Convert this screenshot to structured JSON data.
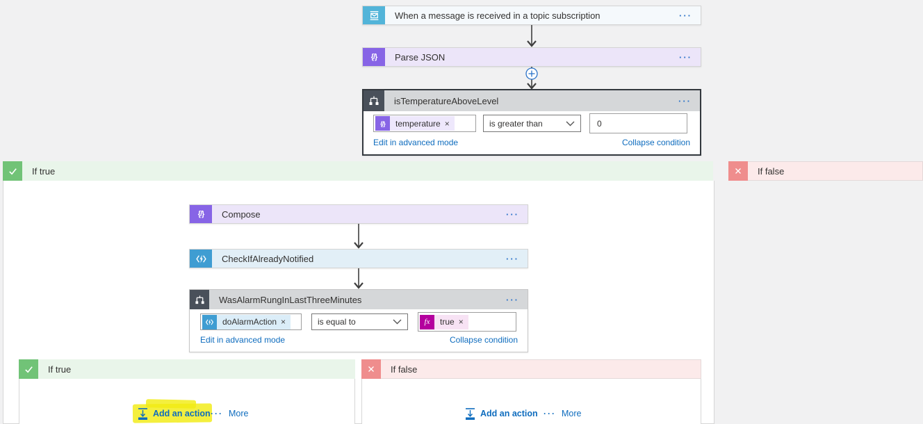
{
  "trigger": {
    "title": "When a message is received in a topic subscription"
  },
  "parse_json": {
    "title": "Parse JSON"
  },
  "condition_outer": {
    "title": "isTemperatureAboveLevel",
    "operand1_label": "temperature",
    "operator": "is greater than",
    "value": "0",
    "edit_link": "Edit in advanced mode",
    "collapse_link": "Collapse condition"
  },
  "branch_true": {
    "label": "If true"
  },
  "branch_false": {
    "label": "If false"
  },
  "compose": {
    "title": "Compose"
  },
  "function_action": {
    "title": "CheckIfAlreadyNotified"
  },
  "condition_inner": {
    "title": "WasAlarmRungInLastThreeMinutes",
    "operand1_label": "doAlarmAction",
    "operator": "is equal to",
    "operand2_label": "true",
    "edit_link": "Edit in advanced mode",
    "collapse_link": "Collapse condition"
  },
  "nested_true": {
    "label": "If true",
    "add_action": "Add an action",
    "more": "More"
  },
  "nested_false": {
    "label": "If false",
    "add_action": "Add an action",
    "more": "More"
  },
  "icons": {
    "menu": "···",
    "close": "×",
    "braces": "{/}",
    "fx": "fx",
    "more_dots": "···"
  },
  "colors": {
    "accent_blue": "#0e6cbe",
    "teal": "#52b4d9",
    "purple": "#8764e6",
    "function_blue": "#3f9dd2",
    "condition_dark": "#49505a",
    "green": "#71c377",
    "salmon": "#ef8d8d",
    "magenta": "#b4009e",
    "highlight_yellow": "#f2eb13"
  }
}
